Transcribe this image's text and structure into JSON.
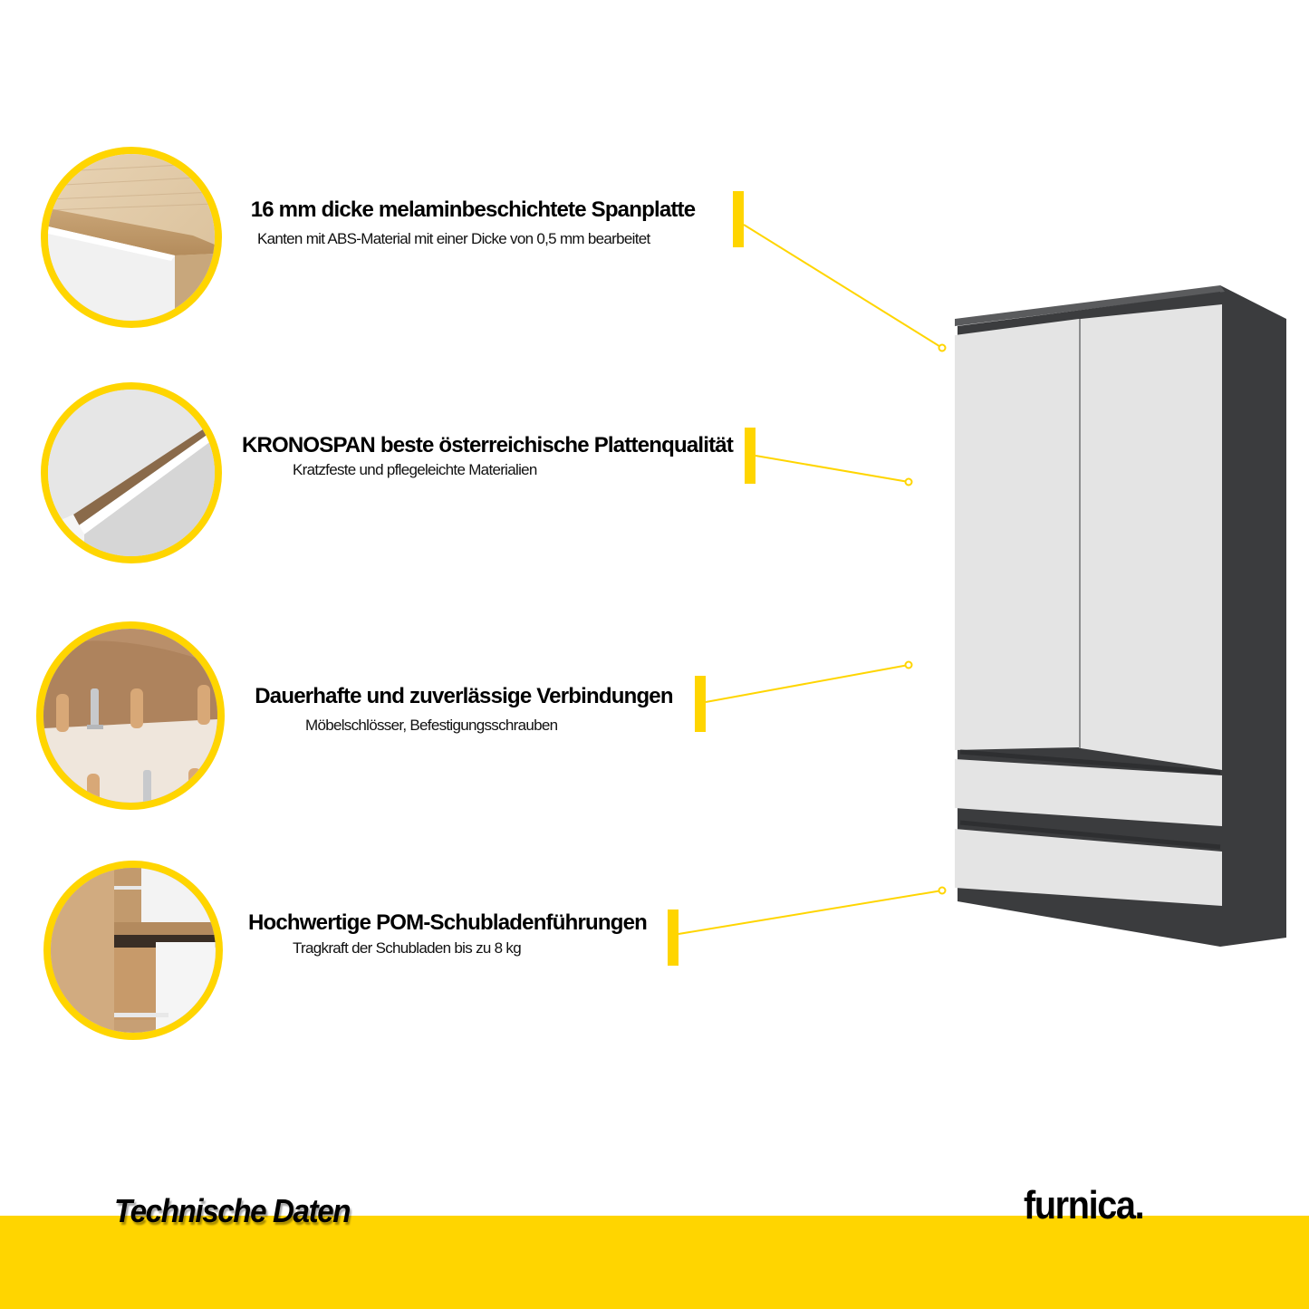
{
  "features": [
    {
      "title": "16 mm dicke melaminbeschichtete Spanplatte",
      "subtitle": "Kanten mit ABS-Material mit einer Dicke von 0,5 mm bearbeitet",
      "image": "wood-edge-closeup-icon"
    },
    {
      "title": "KRONOSPAN beste österreichische Plattenqualität",
      "subtitle": "Kratzfeste und pflegeleichte Materialien",
      "image": "panel-edge-closeup-icon"
    },
    {
      "title": "Dauerhafte und zuverlässige Verbindungen",
      "subtitle": "Möbelschlösser, Befestigungsschrauben",
      "image": "dowels-and-connectors-icon"
    },
    {
      "title": "Hochwertige POM-Schubladenführungen",
      "subtitle": "Tragkraft der Schubladen bis zu 8 kg",
      "image": "drawer-runners-icon"
    }
  ],
  "product": {
    "name": "wardrobe",
    "colors": {
      "body": "#3b3c3e",
      "fronts": "#e4e4e4"
    }
  },
  "footer": {
    "title": "Technische Daten",
    "brand": "furnica."
  },
  "colors": {
    "accent": "#ffd500",
    "text": "#000000",
    "background": "#ffffff"
  }
}
